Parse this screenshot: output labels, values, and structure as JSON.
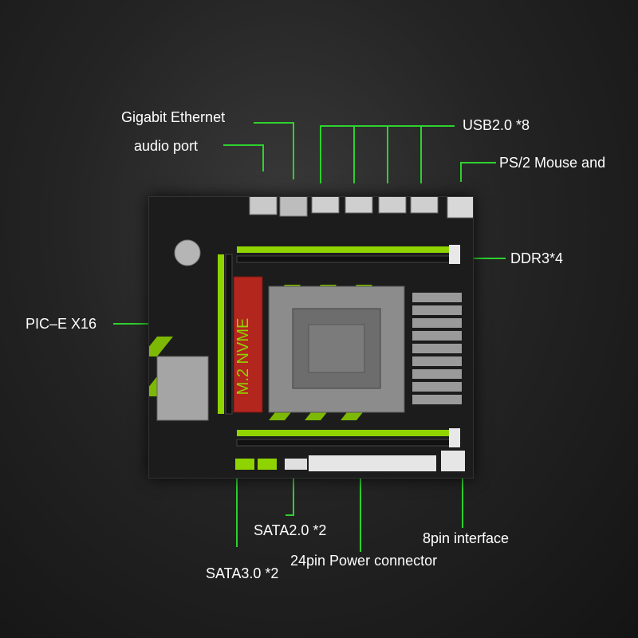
{
  "labels": {
    "gigabit_ethernet": "Gigabit Ethernet",
    "audio_port": "audio port",
    "usb": "USB2.0 *8",
    "ps2": "PS/2 Mouse and",
    "ddr3": "DDR3*4",
    "pcie": "PIC–E X16",
    "sata2": "SATA2.0 *2",
    "eight_pin": "8pin interface",
    "power_24pin": "24pin Power connector",
    "sata3": "SATA3.0 *2",
    "m2_silkscreen": "M.2 NVME"
  },
  "colors": {
    "callout_line": "#2ed12e",
    "board_accent": "#8fd400",
    "m2_card": "#b3261e"
  }
}
